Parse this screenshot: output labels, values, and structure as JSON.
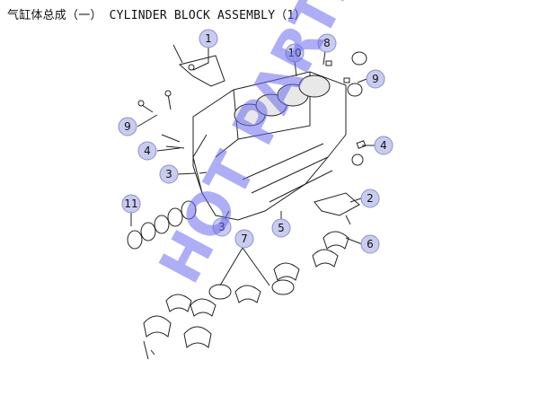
{
  "title": "气缸体总成（一） CYLINDER BLOCK ASSEMBLY（1）",
  "watermark": "HOT PARTS",
  "callouts": [
    "1",
    "2",
    "3",
    "3",
    "4",
    "4",
    "5",
    "6",
    "7",
    "8",
    "9",
    "9",
    "10",
    "11"
  ],
  "colors": {
    "callout_fill": "#c9ccee",
    "callout_stroke": "#8a8fd0",
    "watermark": "#6c6cf0",
    "line": "#222222"
  }
}
